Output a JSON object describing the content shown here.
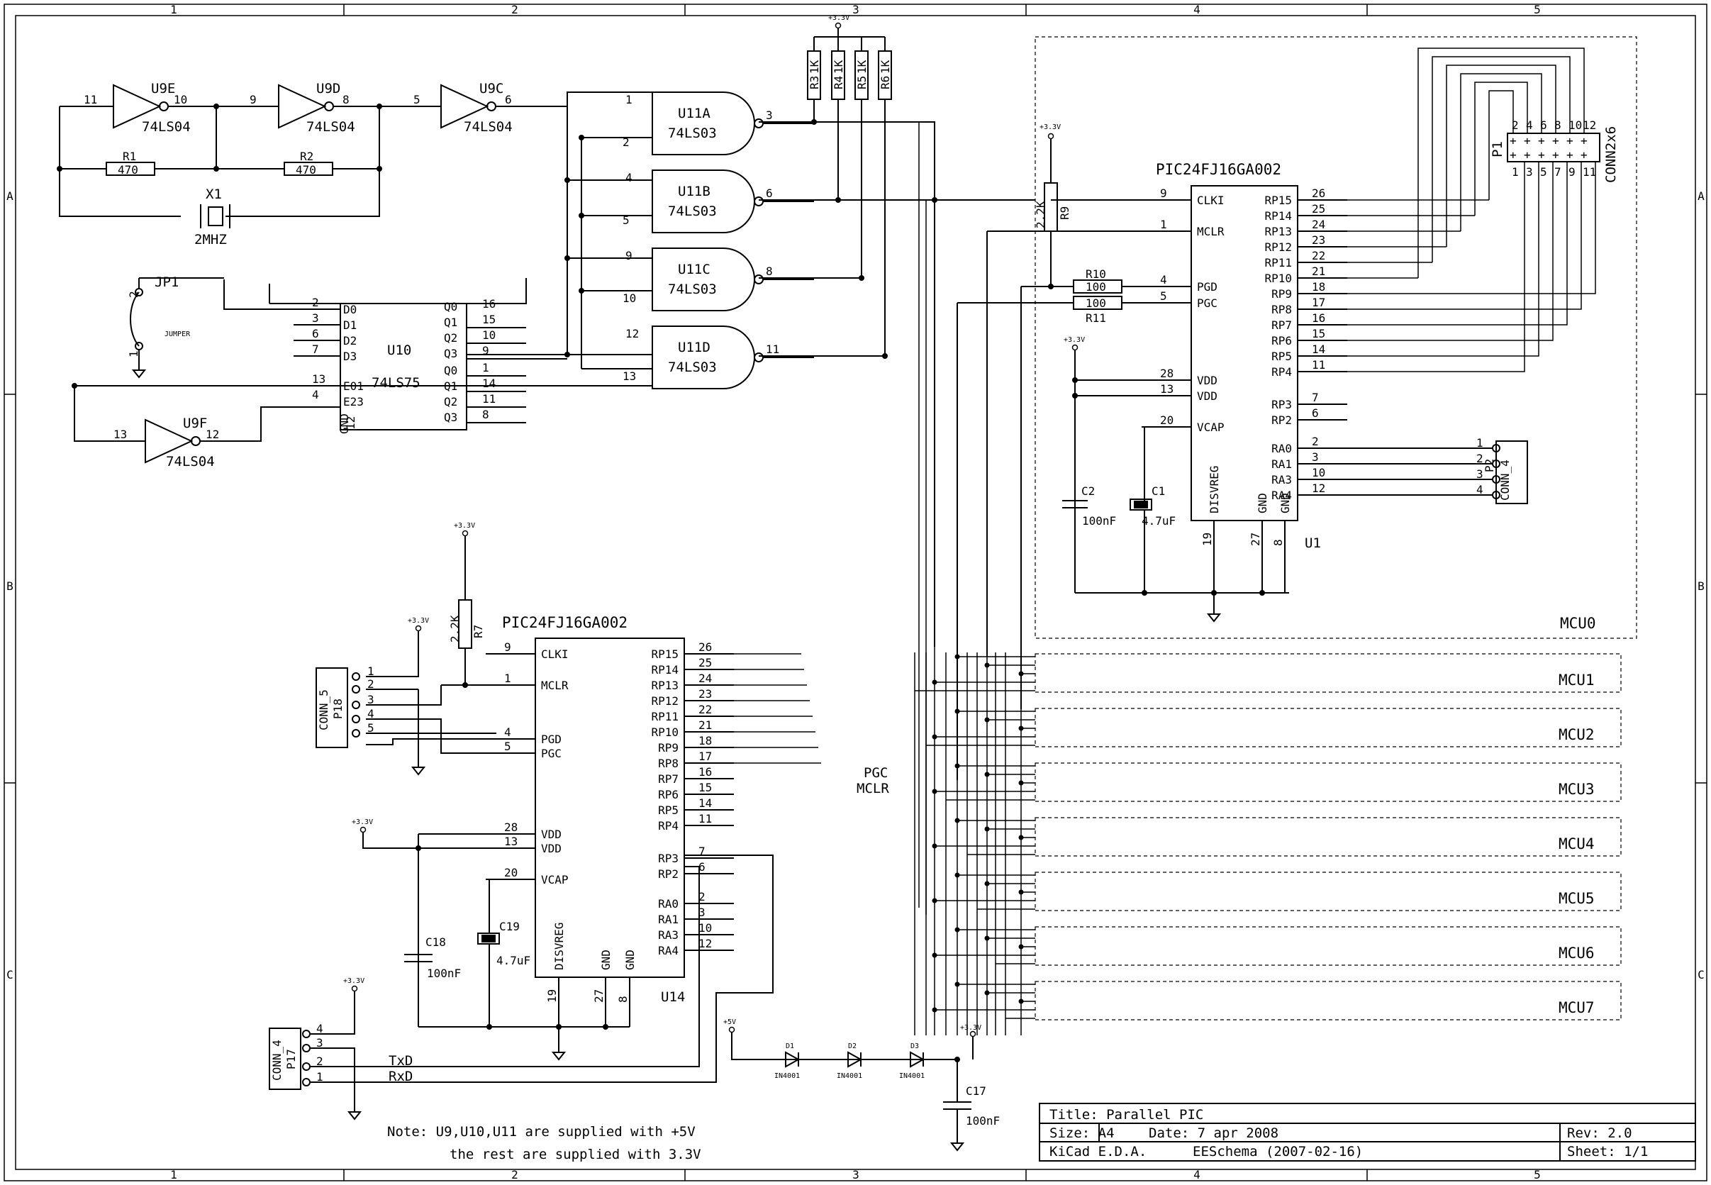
{
  "frame": {
    "columns": [
      "1",
      "2",
      "3",
      "4",
      "5"
    ],
    "rows": [
      "A",
      "B",
      "C"
    ]
  },
  "oscillator": {
    "u9e": {
      "ref": "U9E",
      "value": "74LS04",
      "in": "11",
      "out": "10"
    },
    "u9d": {
      "ref": "U9D",
      "value": "74LS04",
      "in": "9",
      "out": "8"
    },
    "u9c": {
      "ref": "U9C",
      "value": "74LS04",
      "in": "5",
      "out": "6"
    },
    "u9f": {
      "ref": "U9F",
      "value": "74LS04",
      "in": "13",
      "out": "12"
    },
    "r1": {
      "ref": "R1",
      "value": "470"
    },
    "r2": {
      "ref": "R2",
      "value": "470"
    },
    "x1": {
      "ref": "X1",
      "value": "2MHZ"
    }
  },
  "nand": {
    "value": "74LS03",
    "gates": [
      {
        "ref": "U11A",
        "in1": "1",
        "in2": "2",
        "out": "3"
      },
      {
        "ref": "U11B",
        "in1": "4",
        "in2": "5",
        "out": "6"
      },
      {
        "ref": "U11C",
        "in1": "9",
        "in2": "10",
        "out": "8"
      },
      {
        "ref": "U11D",
        "in1": "12",
        "in2": "13",
        "out": "11"
      }
    ]
  },
  "pullups": {
    "supply": "+3.3V",
    "resistors": [
      {
        "ref": "R3",
        "value": "1K"
      },
      {
        "ref": "R4",
        "value": "1K"
      },
      {
        "ref": "R5",
        "value": "1K"
      },
      {
        "ref": "R6",
        "value": "1K"
      }
    ]
  },
  "latch": {
    "ref": "U10",
    "value": "74LS75",
    "left_pins": [
      {
        "name": "D0",
        "num": "2"
      },
      {
        "name": "D1",
        "num": "3"
      },
      {
        "name": "D2",
        "num": "6"
      },
      {
        "name": "D3",
        "num": "7"
      },
      {
        "name": "E01",
        "num": "13"
      },
      {
        "name": "E23",
        "num": "4"
      }
    ],
    "right_pins": [
      {
        "name": "Q0",
        "num": "16"
      },
      {
        "name": "Q1",
        "num": "15"
      },
      {
        "name": "Q2",
        "num": "10"
      },
      {
        "name": "Q3",
        "num": "9"
      },
      {
        "name": "Q0",
        "num": "1"
      },
      {
        "name": "Q1",
        "num": "14"
      },
      {
        "name": "Q2",
        "num": "11"
      },
      {
        "name": "Q3",
        "num": "8"
      }
    ],
    "gnd_label": "GND",
    "gnd_num": "12"
  },
  "jumper": {
    "ref": "JP1",
    "value": "JUMPER",
    "pin1": "1",
    "pin2": "2"
  },
  "mcu0": {
    "chip": {
      "ref": "U1",
      "value": "PIC24FJ16GA002",
      "left_pins": [
        {
          "name": "CLKI",
          "num": "9"
        },
        {
          "name": "MCLR",
          "num": "1"
        },
        {
          "name": "PGD",
          "num": "4"
        },
        {
          "name": "PGC",
          "num": "5"
        },
        {
          "name": "VDD",
          "num": "28"
        },
        {
          "name": "VDD",
          "num": "13"
        },
        {
          "name": "VCAP",
          "num": "20"
        }
      ],
      "right_pins": [
        {
          "name": "RP15",
          "num": "26"
        },
        {
          "name": "RP14",
          "num": "25"
        },
        {
          "name": "RP13",
          "num": "24"
        },
        {
          "name": "RP12",
          "num": "23"
        },
        {
          "name": "RP11",
          "num": "22"
        },
        {
          "name": "RP10",
          "num": "21"
        },
        {
          "name": "RP9",
          "num": "18"
        },
        {
          "name": "RP8",
          "num": "17"
        },
        {
          "name": "RP7",
          "num": "16"
        },
        {
          "name": "RP6",
          "num": "15"
        },
        {
          "name": "RP5",
          "num": "14"
        },
        {
          "name": "RP4",
          "num": "11"
        },
        {
          "name": "RP3",
          "num": "7"
        },
        {
          "name": "RP2",
          "num": "6"
        },
        {
          "name": "RA0",
          "num": "2"
        },
        {
          "name": "RA1",
          "num": "3"
        },
        {
          "name": "RA3",
          "num": "10"
        },
        {
          "name": "RA4",
          "num": "12"
        }
      ],
      "bottom_pins": [
        {
          "name": "DISVREG",
          "num": "19"
        },
        {
          "name": "GND",
          "num": "27"
        },
        {
          "name": "GND",
          "num": "8"
        }
      ]
    },
    "r9": {
      "ref": "R9",
      "value": "2.2K"
    },
    "r10": {
      "ref": "R10",
      "value": "100"
    },
    "r11": {
      "ref": "R11",
      "value": "100"
    },
    "c1": {
      "ref": "C1",
      "value": "4.7uF"
    },
    "c2": {
      "ref": "C2",
      "value": "100nF"
    },
    "p1": {
      "ref": "P1",
      "value": "CONN2x6",
      "top_pins": [
        "2",
        "4",
        "6",
        "8",
        "10",
        "12"
      ],
      "bottom_pins": [
        "1",
        "3",
        "5",
        "7",
        "9",
        "11"
      ]
    },
    "p2": {
      "ref": "P2",
      "value": "CONN_4",
      "pins": [
        "1",
        "2",
        "3",
        "4"
      ]
    },
    "block_label": "MCU0"
  },
  "mcu_blocks": [
    "MCU1",
    "MCU2",
    "MCU3",
    "MCU4",
    "MCU5",
    "MCU6",
    "MCU7"
  ],
  "bottom_mcu": {
    "chip": {
      "ref": "U14",
      "value": "PIC24FJ16GA002",
      "left_pins": [
        {
          "name": "CLKI",
          "num": "9"
        },
        {
          "name": "MCLR",
          "num": "1"
        },
        {
          "name": "PGD",
          "num": "4"
        },
        {
          "name": "PGC",
          "num": "5"
        },
        {
          "name": "VDD",
          "num": "28"
        },
        {
          "name": "VDD",
          "num": "13"
        },
        {
          "name": "VCAP",
          "num": "20"
        }
      ],
      "right_pins": [
        {
          "name": "RP15",
          "num": "26"
        },
        {
          "name": "RP14",
          "num": "25"
        },
        {
          "name": "RP13",
          "num": "24"
        },
        {
          "name": "RP12",
          "num": "23"
        },
        {
          "name": "RP11",
          "num": "22"
        },
        {
          "name": "RP10",
          "num": "21"
        },
        {
          "name": "RP9",
          "num": "18"
        },
        {
          "name": "RP8",
          "num": "17"
        },
        {
          "name": "RP7",
          "num": "16"
        },
        {
          "name": "RP6",
          "num": "15"
        },
        {
          "name": "RP5",
          "num": "14"
        },
        {
          "name": "RP4",
          "num": "11"
        },
        {
          "name": "RP3",
          "num": "7"
        },
        {
          "name": "RP2",
          "num": "6"
        },
        {
          "name": "RA0",
          "num": "2"
        },
        {
          "name": "RA1",
          "num": "3"
        },
        {
          "name": "RA3",
          "num": "10"
        },
        {
          "name": "RA4",
          "num": "12"
        }
      ],
      "bottom_pins": [
        {
          "name": "DISVREG",
          "num": "19"
        },
        {
          "name": "GND",
          "num": "27"
        },
        {
          "name": "GND",
          "num": "8"
        }
      ]
    },
    "r7": {
      "ref": "R7",
      "value": "2.2K"
    },
    "c18": {
      "ref": "C18",
      "value": "100nF"
    },
    "c19": {
      "ref": "C19",
      "value": "4.7uF"
    },
    "p18": {
      "ref": "P18",
      "value": "CONN_5",
      "pins": [
        "1",
        "2",
        "3",
        "4",
        "5"
      ]
    },
    "p17": {
      "ref": "P17",
      "value": "CONN_4",
      "pins": [
        "4",
        "3",
        "2",
        "1"
      ]
    }
  },
  "net_labels": {
    "pgc": "PGC",
    "mclr": "MCLR",
    "txd": "TxD",
    "rxd": "RxD"
  },
  "power": {
    "v33": "+3.3V",
    "v5": "+5V",
    "diodes": [
      {
        "ref": "D1",
        "value": "IN4001"
      },
      {
        "ref": "D2",
        "value": "IN4001"
      },
      {
        "ref": "D3",
        "value": "IN4001"
      }
    ],
    "c17": {
      "ref": "C17",
      "value": "100nF"
    }
  },
  "note": {
    "line1": "Note: U9,U10,U11 are supplied with +5V",
    "line2": "the rest are supplied with 3.3V"
  },
  "title_block": {
    "title": "Title: Parallel PIC",
    "size": "Size: A4",
    "date": "Date: 7 apr 2008",
    "rev": "Rev: 2.0",
    "tool": "KiCad E.D.A.",
    "eeschema": "EESchema (2007-02-16)",
    "sheet": "Sheet: 1/1"
  }
}
